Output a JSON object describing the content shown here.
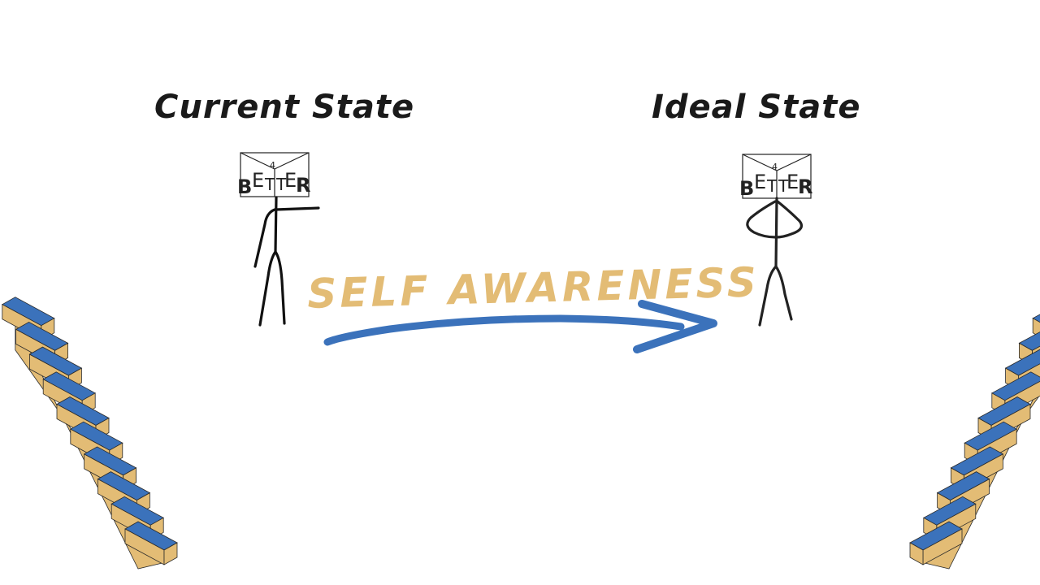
{
  "headings": {
    "left": "Current State",
    "right": "Ideal State"
  },
  "middle_label": "SELF AWARENESS",
  "logo": {
    "number": "4",
    "letters": [
      "B",
      "E",
      "T",
      "T",
      "E",
      "R"
    ]
  },
  "colors": {
    "step_top": "#3b72bb",
    "step_side": "#e3bc75",
    "arrow": "#3b72bb",
    "label": "#e3bc75",
    "ink": "#1a1a1a"
  },
  "icons": [
    "stick-figure-pointing-icon",
    "stick-figure-hands-on-hips-icon",
    "staircase-icon",
    "curved-arrow-icon",
    "book-head-icon"
  ]
}
